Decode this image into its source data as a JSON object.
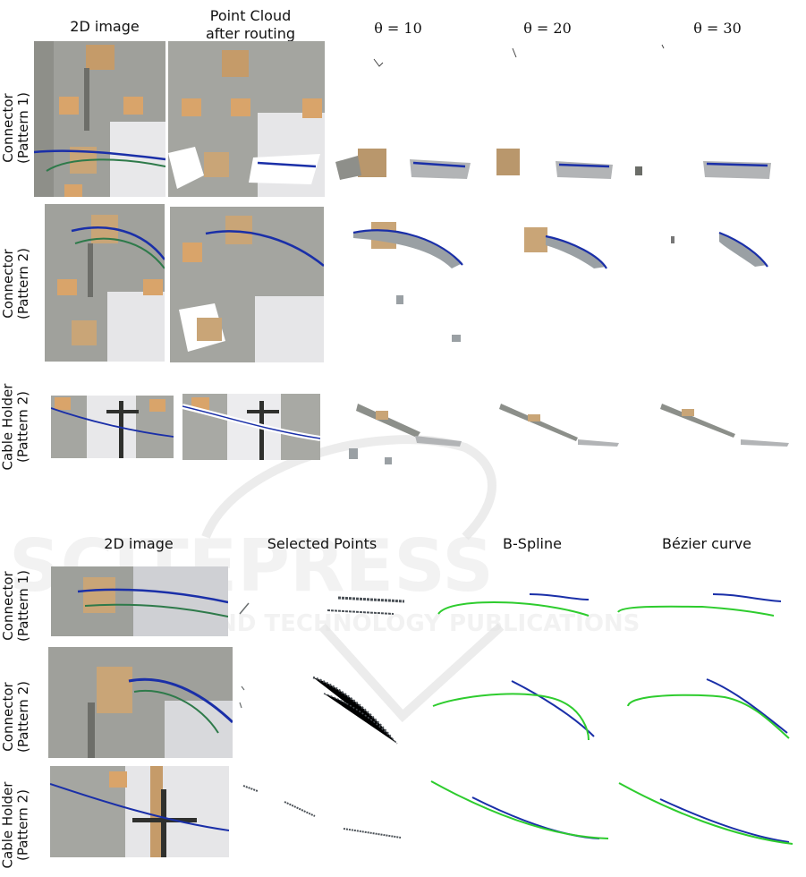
{
  "top": {
    "headers": {
      "image": "2D image",
      "cloud_l1": "Point Cloud",
      "cloud_l2": "after routing",
      "t10": "θ = 10",
      "t20": "θ = 20",
      "t30": "θ = 30"
    },
    "rows": [
      {
        "l1": "Connector",
        "l2": "(Pattern 1)"
      },
      {
        "l1": "Connector",
        "l2": "(Pattern 2)"
      },
      {
        "l1": "Cable Holder",
        "l2": "(Pattern 2)"
      }
    ]
  },
  "bottom": {
    "headers": {
      "image": "2D image",
      "selected": "Selected Points",
      "bspline": "B-Spline",
      "bezier": "Bézier curve"
    },
    "rows": [
      {
        "l1": "Connector",
        "l2": "(Pattern 1)"
      },
      {
        "l1": "Connector",
        "l2": "(Pattern 2)"
      },
      {
        "l1": "Cable Holder",
        "l2": "(Pattern 2)"
      }
    ]
  },
  "colors": {
    "cable_blue": "#1a2fa8",
    "cable_green": "#2ecc2e",
    "wall": "#a9aaa6",
    "tape": "#d9a46a",
    "block": "#c9a577"
  }
}
